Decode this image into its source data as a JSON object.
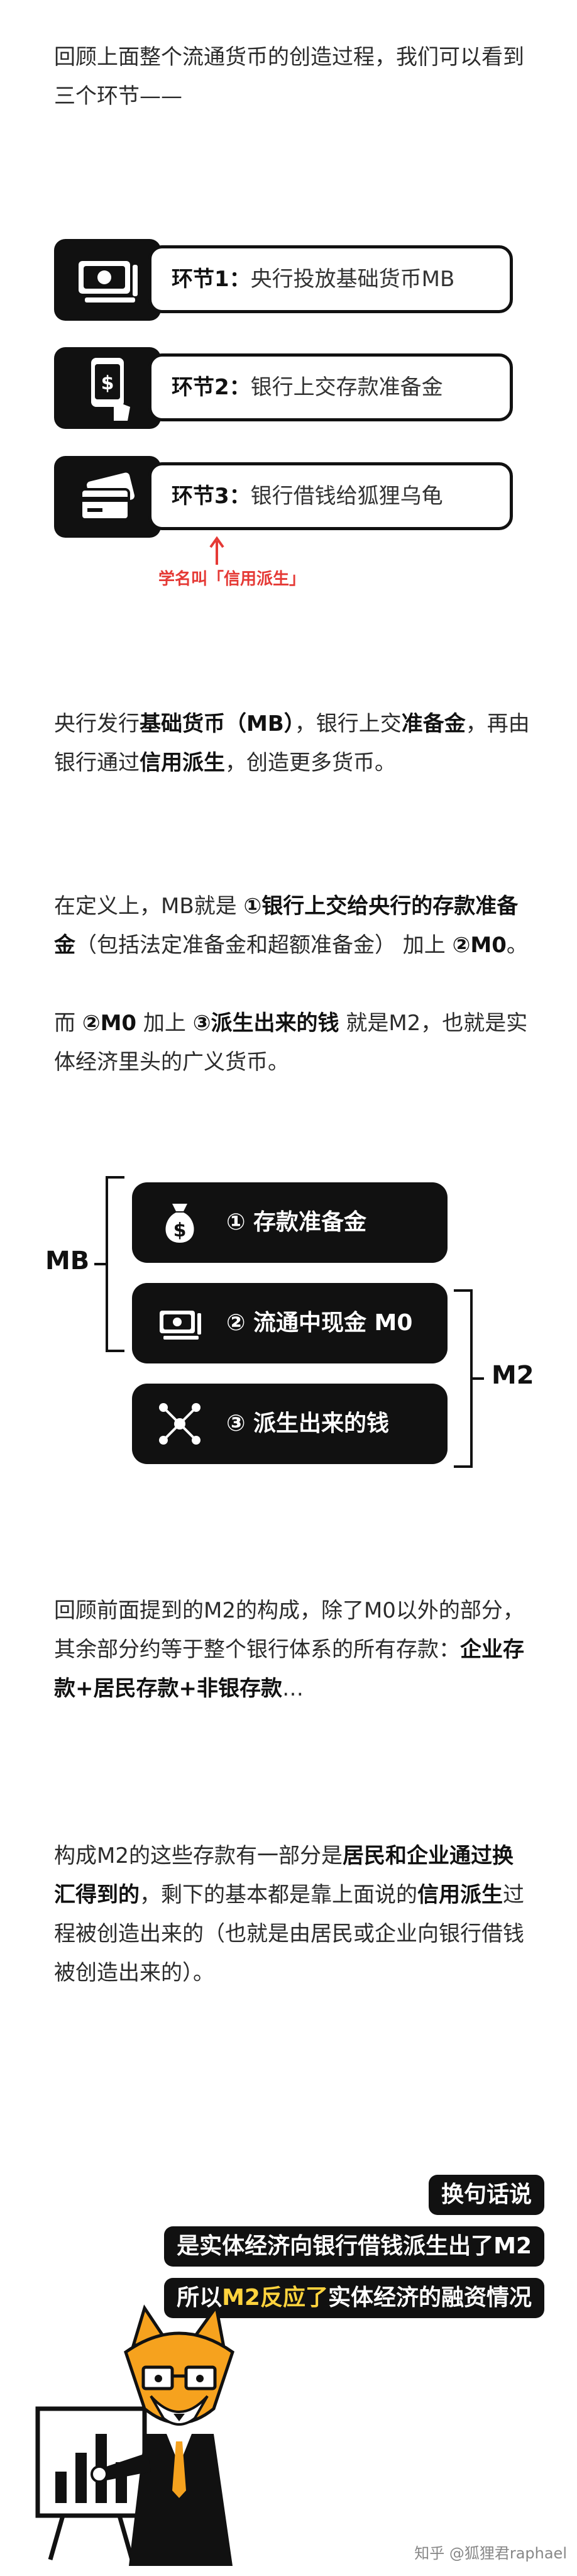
{
  "intro": "回顾上面整个流通货币的创造过程，我们可以看到三个环节——",
  "steps": [
    {
      "label": "环节1：",
      "text": "央行投放基础货币MB",
      "icon": "cash-icon"
    },
    {
      "label": "环节2：",
      "text": "银行上交存款准备金",
      "icon": "phone-dollar-icon"
    },
    {
      "label": "环节3：",
      "text": "银行借钱给狐狸乌龟",
      "icon": "credit-card-icon"
    }
  ],
  "annotation": "学名叫「信用派生」",
  "para1": {
    "a": "央行发行",
    "b": "基础货币（MB）",
    "c": "，银行上交",
    "d": "准备金",
    "e": "，再由银行通过",
    "f": "信用派生",
    "g": "，创造更多货币。"
  },
  "para2": {
    "a": "在定义上，MB就是 ",
    "b": "①银行上交给央行的存款准备金",
    "c": "（包括法定准备金和超额准备金） 加上 ",
    "d": "②M0",
    "e": "。"
  },
  "para3": {
    "a": "而 ",
    "b": "②M0",
    "c": " 加上 ",
    "d": "③派生出来的钱",
    "e": " 就是M2，也就是实体经济里头的广义货币。"
  },
  "diagram": {
    "mb_label": "MB",
    "m2_label": "M2",
    "items": [
      {
        "text": "① 存款准备金",
        "icon": "money-bag-icon"
      },
      {
        "text": "② 流通中现金 M0",
        "icon": "cash-icon"
      },
      {
        "text": "③ 派生出来的钱",
        "icon": "network-icon"
      }
    ]
  },
  "para4": {
    "a": "回顾前面提到的M2的构成，除了M0以外的部分，其余部分约等于整个银行体系的所有存款：",
    "b": "企业存款+居民存款+非银存款",
    "c": "…"
  },
  "para5": {
    "a": "构成M2的这些存款有一部分是",
    "b": "居民和企业通过换汇得到的",
    "c": "，剩下的基本都是靠上面说的",
    "d": "信用派生",
    "e": "过程被创造出来的（也就是由居民或企业向银行借钱被创造出来的）。"
  },
  "bubbles": {
    "line1": "换句话说",
    "line2": "是实体经济向银行借钱派生出了M2",
    "line3_a": "所以",
    "line3_b": "M2反应了",
    "line3_c": "实体经济的融资情况"
  },
  "watermark": "知乎 @狐狸君raphael",
  "colors": {
    "accent_red": "#e53935",
    "highlight_yellow": "#ffd33d",
    "fox_orange": "#f6a21e"
  }
}
